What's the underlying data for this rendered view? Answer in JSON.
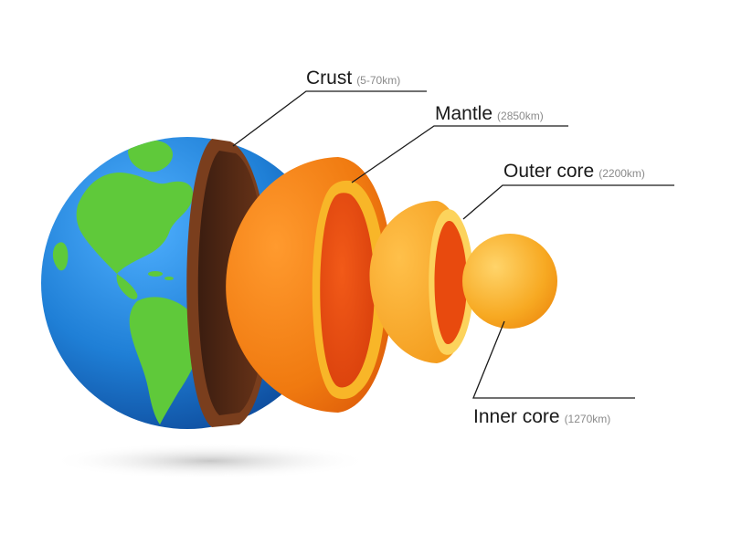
{
  "layers": [
    {
      "id": "crust",
      "name": "Crust",
      "depth": "(5-70km)"
    },
    {
      "id": "mantle",
      "name": "Mantle",
      "depth": "(2850km)"
    },
    {
      "id": "outer-core",
      "name": "Outer core",
      "depth": "(2200km)"
    },
    {
      "id": "inner-core",
      "name": "Inner core",
      "depth": "(1270km)"
    }
  ],
  "colors": {
    "ocean": "#1f7fd6",
    "land": "#5fc93a",
    "crust": "#7a3e1d",
    "mantle": "#f07a10",
    "outer_core": "#f5a623",
    "inner_core": "#f7a922"
  }
}
